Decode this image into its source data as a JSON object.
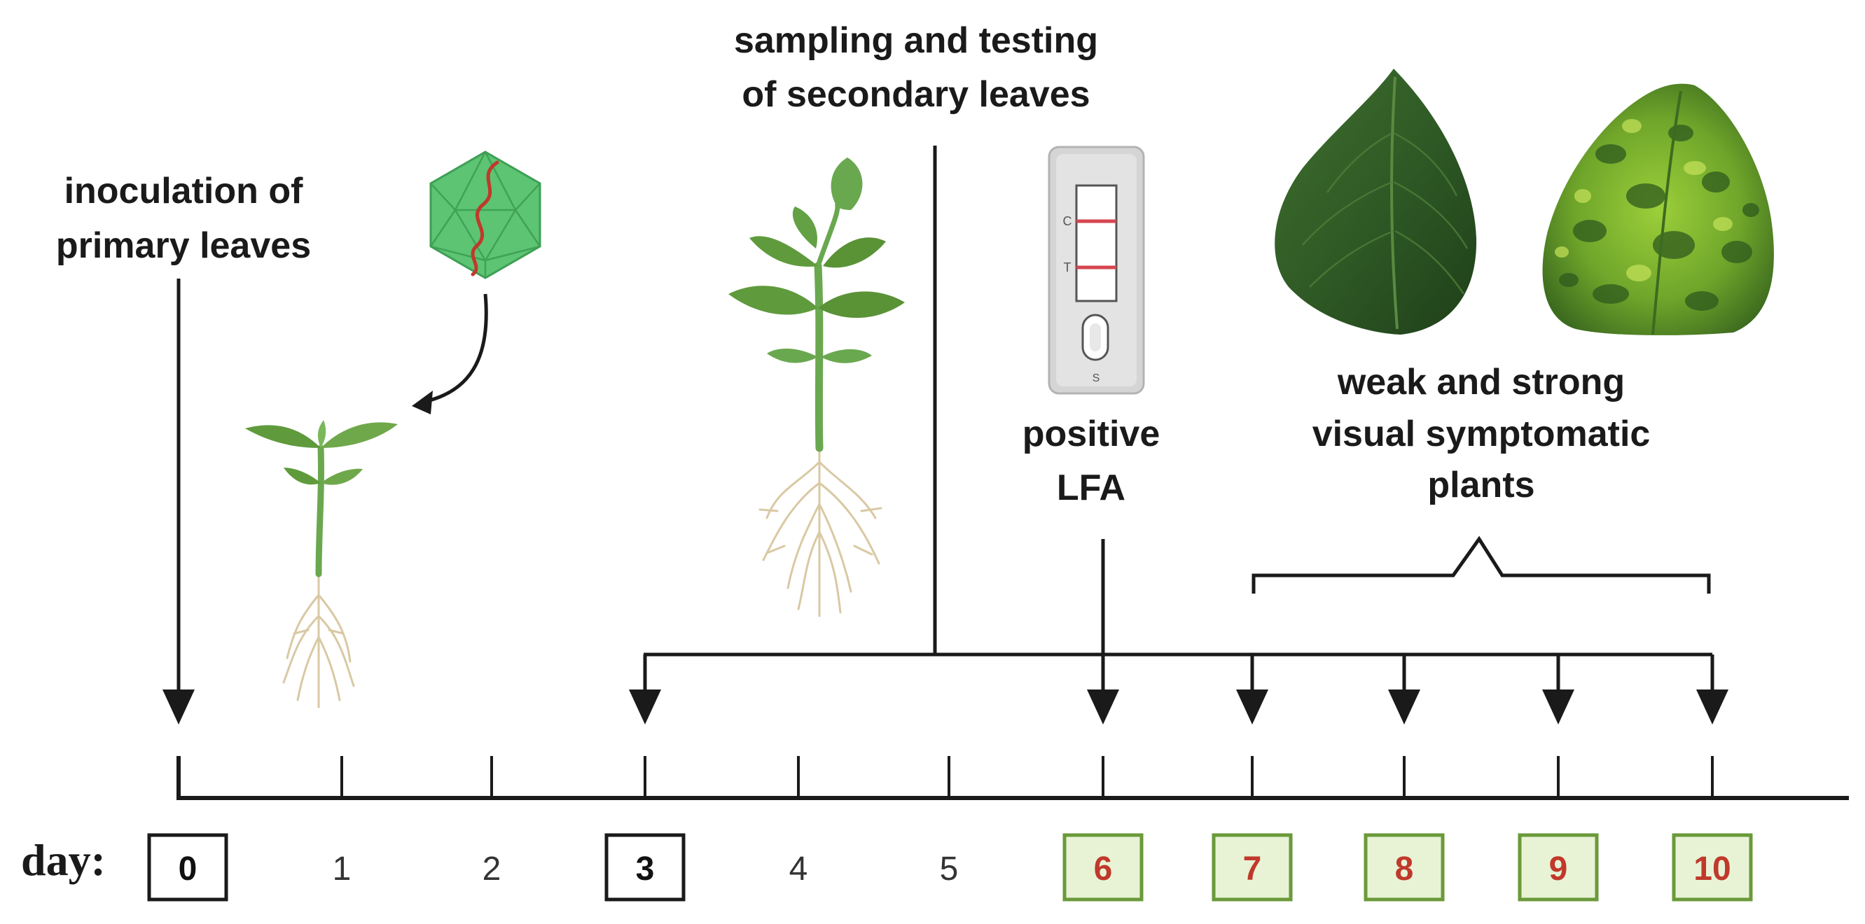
{
  "labels": {
    "inoculation_line1": "inoculation of",
    "inoculation_line2": "primary leaves",
    "sampling_line1": "sampling and testing",
    "sampling_line2": "of secondary leaves",
    "positive_line1": "positive",
    "positive_line2": "LFA",
    "symptoms_line1": "weak and strong",
    "symptoms_line2": "visual symptomatic",
    "symptoms_line3": "plants",
    "day_label": "day:"
  },
  "lfa_test": {
    "control_mark": "C",
    "test_mark": "T",
    "sample_mark": "S"
  },
  "days": [
    {
      "label": "0",
      "style": "boxed"
    },
    {
      "label": "1",
      "style": "plain"
    },
    {
      "label": "2",
      "style": "plain"
    },
    {
      "label": "3",
      "style": "boxed"
    },
    {
      "label": "4",
      "style": "plain"
    },
    {
      "label": "5",
      "style": "plain"
    },
    {
      "label": "6",
      "style": "positive"
    },
    {
      "label": "7",
      "style": "positive"
    },
    {
      "label": "8",
      "style": "positive"
    },
    {
      "label": "9",
      "style": "positive"
    },
    {
      "label": "10",
      "style": "positive"
    }
  ],
  "colors": {
    "line": "#1a1a1a",
    "positive_fill": "#e8f3d6",
    "positive_border": "#6a9a3a",
    "positive_text": "#c0392b",
    "test_line": "#d6454f",
    "virus": "#5cc472",
    "leaf_green": "#5f9a3c",
    "root": "#d9c9a3"
  }
}
